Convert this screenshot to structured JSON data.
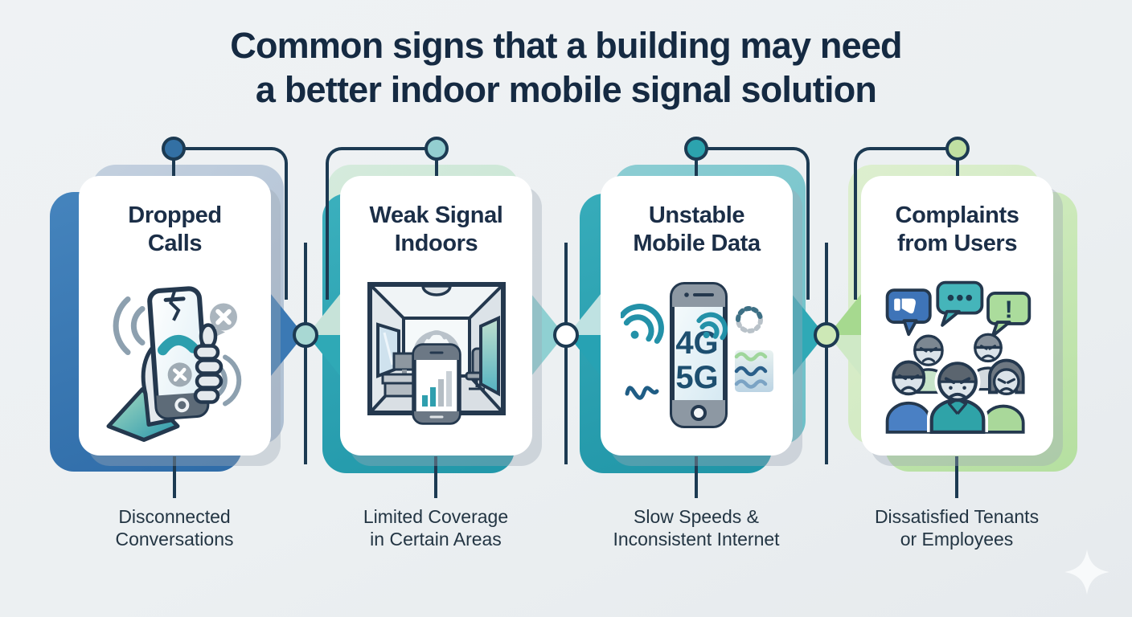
{
  "title": {
    "line1": "Common signs that a building may need",
    "line2": "a better indoor mobile signal solution"
  },
  "cards": [
    {
      "title_line1": "Dropped",
      "title_line2": "Calls",
      "caption_line1": "Disconnected",
      "caption_line2": "Conversations",
      "icon": "dropped-call-phone-in-hand-icon",
      "accent_color": "#3779b3",
      "tint_color": "#bac9da",
      "node_color": "#3370a4"
    },
    {
      "title_line1": "Weak Signal",
      "title_line2": "Indoors",
      "caption_line1": "Limited Coverage",
      "caption_line2": "in Certain Areas",
      "icon": "room-weak-signal-phone-icon",
      "accent_color": "#2ba6b5",
      "tint_color": "#cde6d8",
      "node_color": "#93ced0"
    },
    {
      "title_line1": "Unstable",
      "title_line2": "Mobile Data",
      "caption_line1": "Slow Speeds &",
      "caption_line2": "Inconsistent Internet",
      "icon": "phone-4g-5g-unstable-data-icon",
      "phone_label_line1": "4G",
      "phone_label_line2": "5G",
      "accent_color": "#2ba6b5",
      "tint_color": "#7cc7cd",
      "node_color": "#2ca3ae"
    },
    {
      "title_line1": "Complaints",
      "title_line2": "from Users",
      "caption_line1": "Dissatisfied Tenants",
      "caption_line2": "or Employees",
      "icon": "angry-users-speech-bubbles-icon",
      "bubble_exclamation": "!",
      "accent_color": "#bfe3ad",
      "tint_color": "#d6ecca",
      "node_color": "#c0e0a2"
    }
  ],
  "connector_color": "#1c3a52",
  "background_color": "#edf0f2",
  "decorations": [
    "sparkle-icon"
  ]
}
